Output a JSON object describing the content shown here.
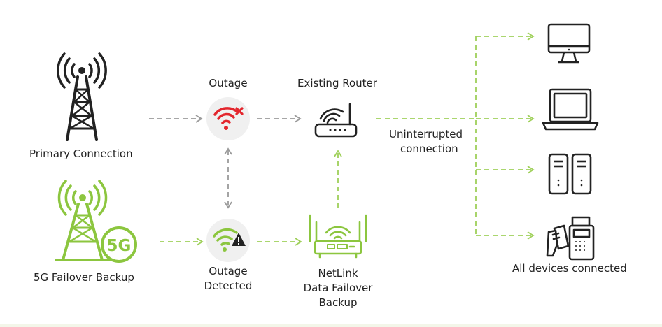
{
  "labels": {
    "primary": "Primary Connection",
    "backup": "5G Failover Backup",
    "outage": "Outage",
    "outage_detected_1": "Outage",
    "outage_detected_2": "Detected",
    "router": "Existing Router",
    "netlink_1": "NetLink",
    "netlink_2": "Data Failover",
    "netlink_3": "Backup",
    "uninterrupted_1": "Uninterrupted",
    "uninterrupted_2": "connection",
    "devices": "All devices connected",
    "badge_5g": "5G"
  },
  "colors": {
    "dark": "#222222",
    "green": "#8cc63f",
    "green_dash": "#9fd05a",
    "gray_dash": "#9a9a9a",
    "red": "#e3262d",
    "circle_fill": "#f0f0f0"
  },
  "icons": [
    "primary-tower-icon",
    "5g-tower-icon",
    "wifi-outage-icon",
    "wifi-warning-icon",
    "router-icon",
    "netlink-router-icon",
    "desktop-icon",
    "laptop-icon",
    "server-icon",
    "pos-terminal-icon"
  ]
}
